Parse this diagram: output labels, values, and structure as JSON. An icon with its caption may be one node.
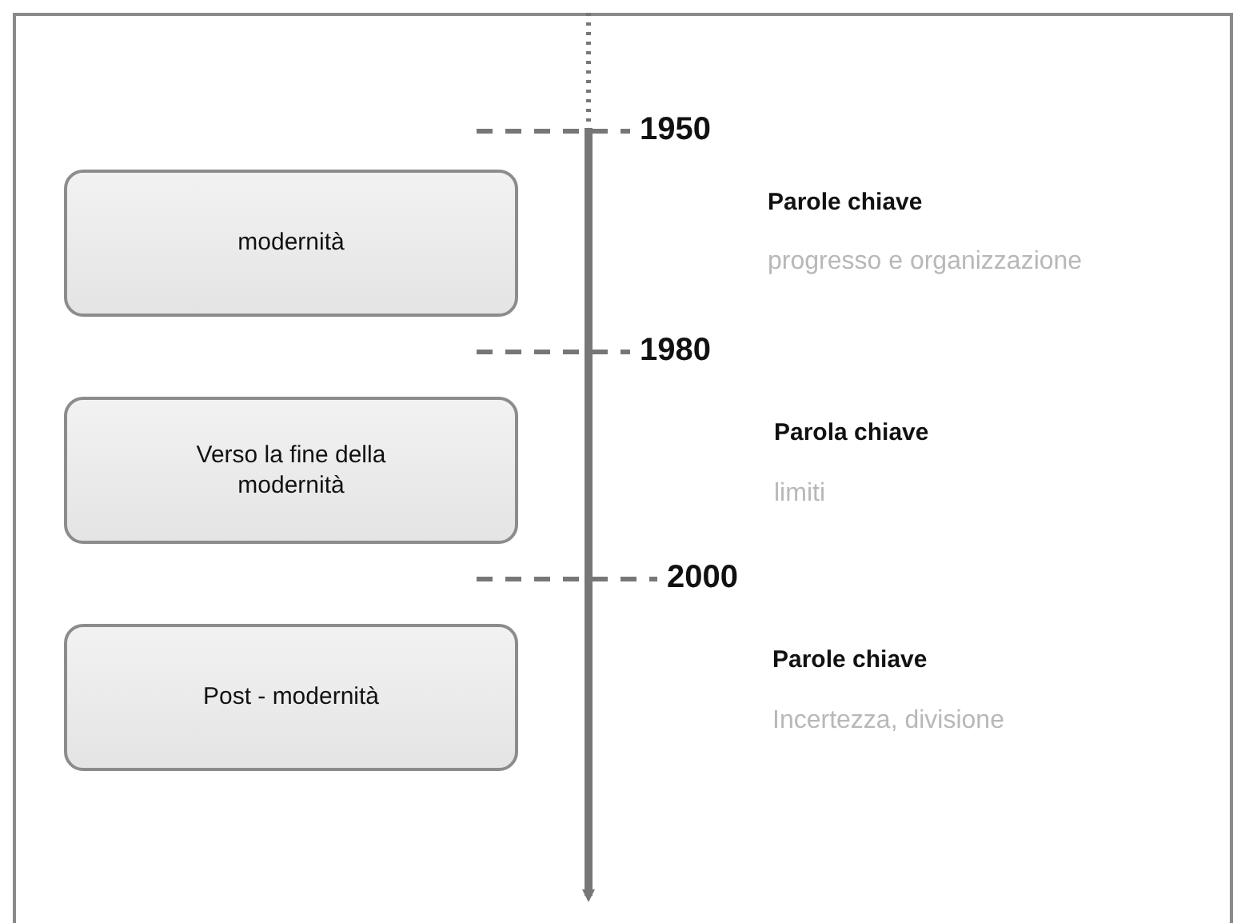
{
  "diagram": {
    "nodes": [
      {
        "text": [
          "modernità"
        ]
      },
      {
        "text": [
          "Verso la fine della modernità"
        ]
      },
      {
        "text": [
          "Post - modernità"
        ]
      }
    ],
    "labels": [
      "1950",
      "Parole chiave",
      "progresso e organizzazione",
      "1980",
      "Parola chiave",
      "limiti",
      "2000",
      "Parole chiave",
      "Incertezza, divisione"
    ]
  }
}
